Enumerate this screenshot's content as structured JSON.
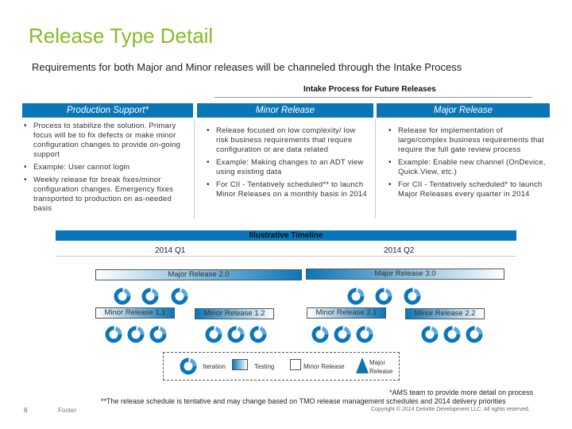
{
  "title": "Release Type Detail",
  "subtitle": "Requirements for both Major and Minor releases will be channeled through the Intake Process",
  "intake_title": "Intake Process for Future Releases",
  "columns": {
    "production": {
      "header": "Production Support*",
      "bullets": [
        "Process to stabilize the solution. Primary focus will be to fix defects or make minor configuration changes to provide on-going support",
        "Example: User cannot login",
        "Weekly release for break fixes/minor configuration changes. Emergency fixes transported to production on as-needed basis"
      ]
    },
    "minor": {
      "header": "Minor Release",
      "bullets": [
        "Release focused on low complexity/ low risk business requirements that require configuration or are data related",
        "Example: Making changes to an ADT view using existing data",
        "For CII - Tentatively scheduled** to launch Minor Releases on a monthly basis in 2014"
      ]
    },
    "major": {
      "header": "Major Release",
      "bullets": [
        "Release for implementation of large/complex business requirements that require the full gate review process",
        "Example: Enable new channel (OnDevice, Quick.View, etc.)",
        "For CII - Tentatively scheduled* to launch Major Releases every quarter in 2014"
      ]
    }
  },
  "timeline": {
    "title": "Illustrative Timeline",
    "q1": "2014 Q1",
    "q2": "2014 Q2",
    "major_1": "Major Release 2.0",
    "major_2": "Major Release 3.0",
    "minor_1": "Minor Release 1.1",
    "minor_2": "Minor Release 1.2",
    "minor_3": "Minor Release 2.1",
    "minor_4": "Minor Release 2.2"
  },
  "legend": {
    "iteration": "Iteration",
    "testing": "Testing",
    "minor_release": "Minor Release",
    "major_release_line1": "Major",
    "major_release_line2": "Release"
  },
  "footnote_1": "*AMS team to provide more detail on process",
  "footnote_2": "**The release schedule is tentative and may change based on TMO release management schedules and 2014 delivery priorities",
  "page_number": "6",
  "footer": "Footer",
  "copyright": "Copyright © 2014 Deloitte Development LLC. All rights reserved.",
  "colors": {
    "title_green": "#86bc25",
    "header_blue": "#0a76b8",
    "cycle_blue": "#0a76b8",
    "cycle_light": "#5aa8dc"
  }
}
